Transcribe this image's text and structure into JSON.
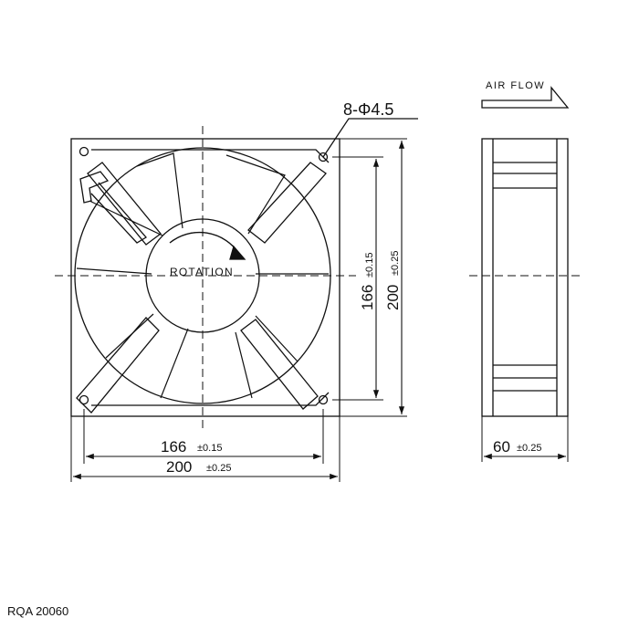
{
  "diagram": {
    "hole_callout": "8-Φ4.5",
    "airflow_label": "AIR FLOW",
    "rotation_label": "ROTATION",
    "dimensions": {
      "hole_spacing": {
        "value": "166",
        "tolerance": "±0.15"
      },
      "overall_size": {
        "value": "200",
        "tolerance": "±0.25"
      },
      "depth": {
        "value": "60",
        "tolerance": "±0.25"
      }
    }
  },
  "model_code": "RQA 20060"
}
